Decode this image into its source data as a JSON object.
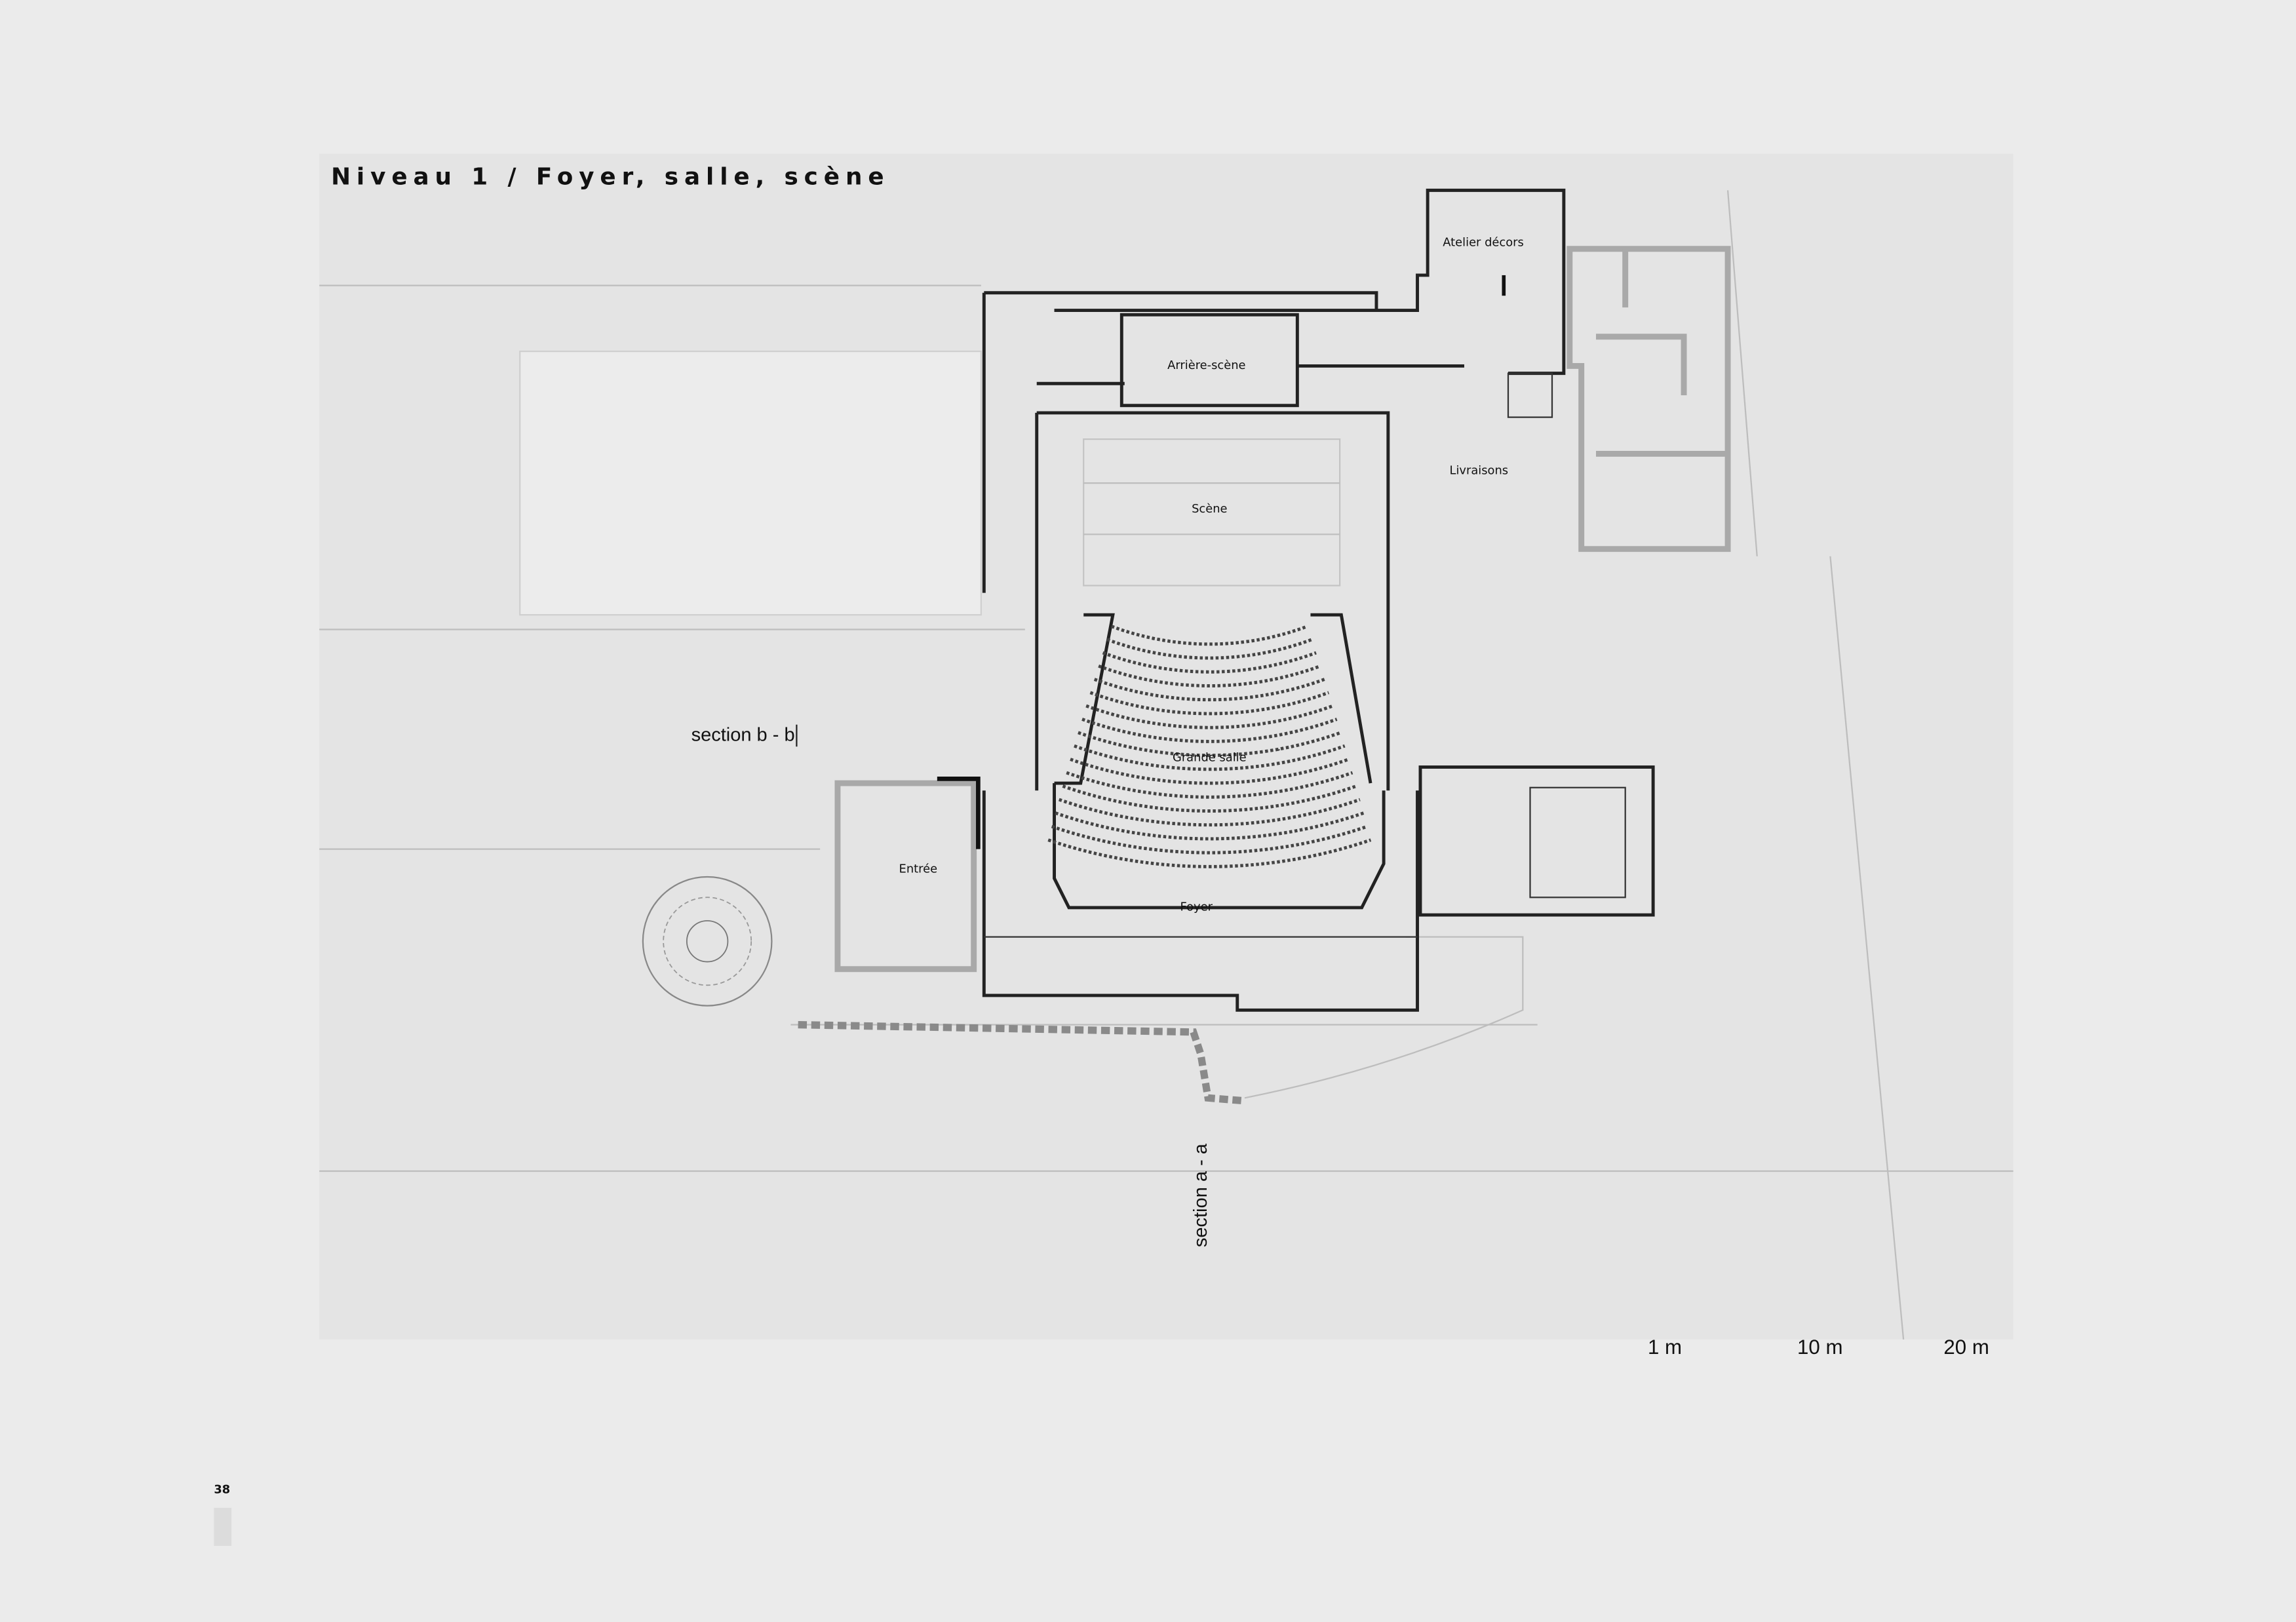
{
  "page": {
    "title": "Niveau 1  /  Foyer, salle, scène",
    "page_number": "38"
  },
  "rooms": {
    "atelier": "Atelier décors",
    "arriere_scene": "Arrière-scène",
    "livraisons": "Livraisons",
    "scene": "Scène",
    "grande_salle": "Grande salle",
    "entree": "Entrée",
    "foyer": "Foyer"
  },
  "sections": {
    "b": "section b - b",
    "a": "section a - a"
  },
  "scale_bar": {
    "labels": [
      "1 m",
      "10 m",
      "20 m"
    ]
  }
}
